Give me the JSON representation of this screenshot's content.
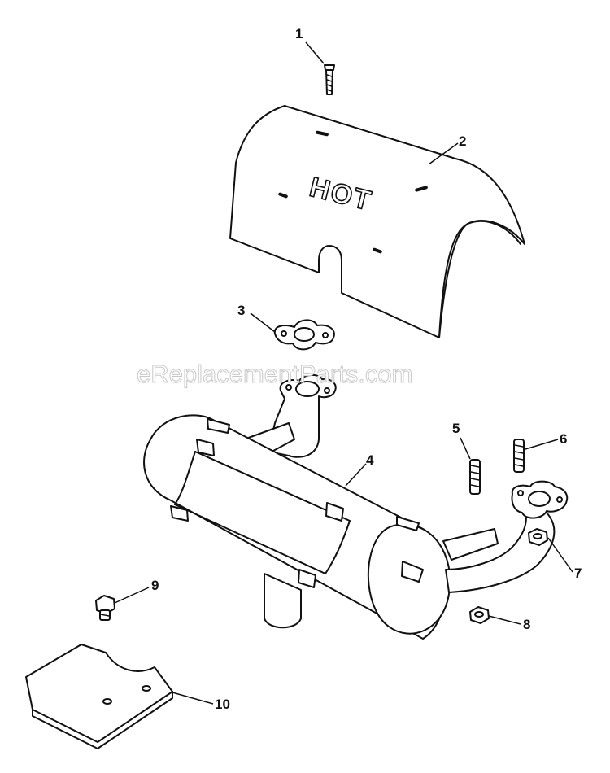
{
  "watermark": "eReplacementParts.com",
  "embossed_text": "HOT",
  "callouts": [
    {
      "id": "1",
      "label": "1"
    },
    {
      "id": "2",
      "label": "2"
    },
    {
      "id": "3",
      "label": "3"
    },
    {
      "id": "4",
      "label": "4"
    },
    {
      "id": "5",
      "label": "5"
    },
    {
      "id": "6",
      "label": "6"
    },
    {
      "id": "7",
      "label": "7"
    },
    {
      "id": "8",
      "label": "8"
    },
    {
      "id": "9",
      "label": "9"
    },
    {
      "id": "10",
      "label": "10"
    }
  ]
}
